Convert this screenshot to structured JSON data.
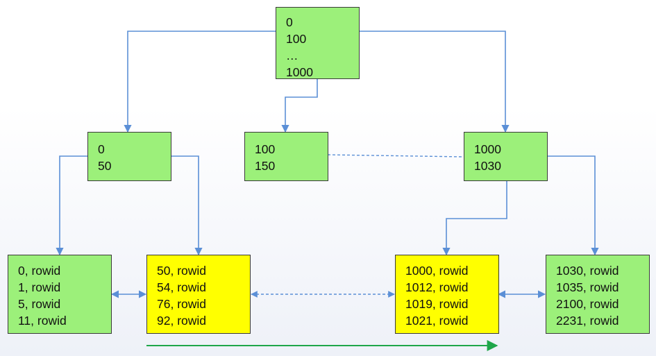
{
  "nodes": {
    "root": {
      "lines": [
        "0",
        "100",
        "…",
        "1000"
      ]
    },
    "branch_left": {
      "lines": [
        "0",
        "50"
      ]
    },
    "branch_mid": {
      "lines": [
        "100",
        "150"
      ]
    },
    "branch_right": {
      "lines": [
        "1000",
        "1030"
      ]
    },
    "leaf_1": {
      "lines": [
        "0, rowid",
        "1, rowid",
        "5, rowid",
        "11, rowid"
      ]
    },
    "leaf_2": {
      "lines": [
        "50, rowid",
        "54, rowid",
        "76, rowid",
        "92, rowid"
      ]
    },
    "leaf_3": {
      "lines": [
        "1000, rowid",
        "1012, rowid",
        "1019, rowid",
        "1021, rowid"
      ]
    },
    "leaf_4": {
      "lines": [
        "1030, rowid",
        "1035, rowid",
        "2100, rowid",
        "2231, rowid"
      ]
    }
  },
  "colors": {
    "node_fill": "#9cf07a",
    "highlight_fill": "#ffff00",
    "connector": "#5b8fd6",
    "scan_arrow": "#1fa64a"
  }
}
